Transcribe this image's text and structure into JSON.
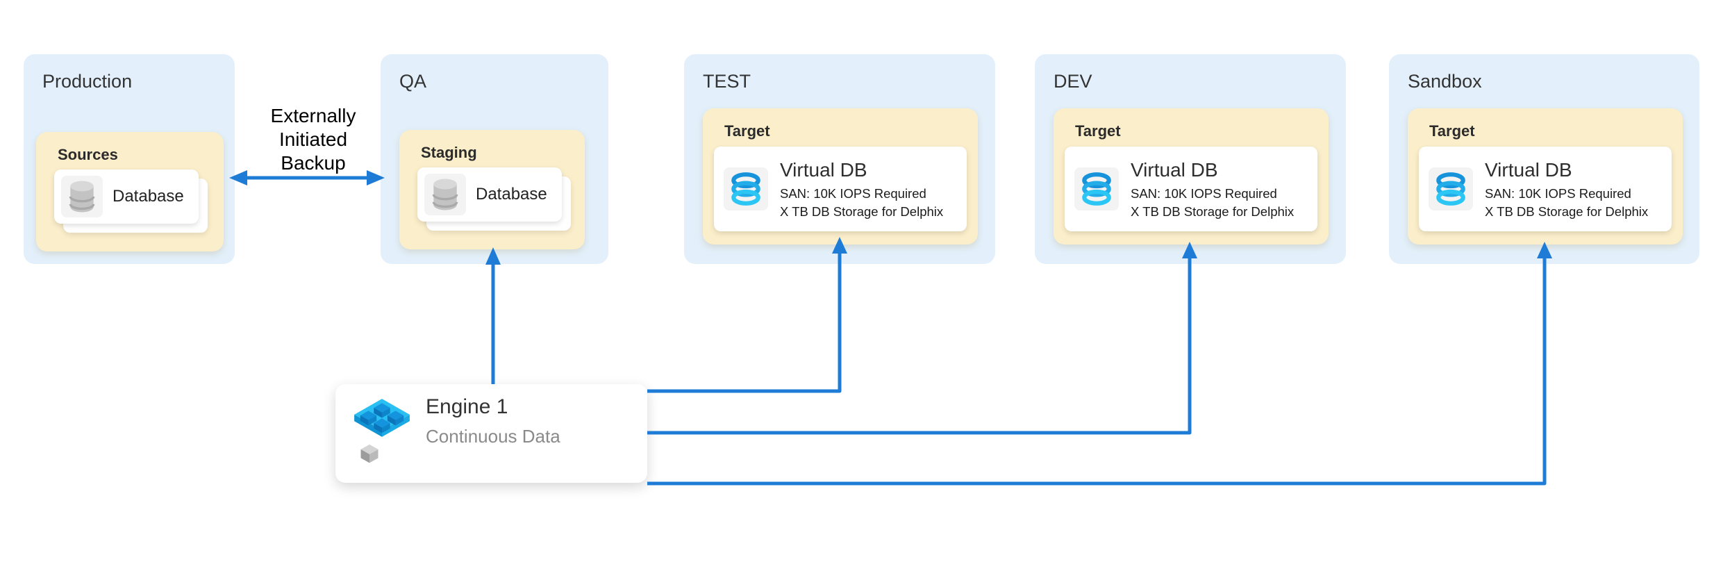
{
  "colors": {
    "arrow": "#1F7CD6",
    "env_bg": "#E3F0FB",
    "group_bg": "#FBEECA"
  },
  "backup_arrow": {
    "line1": "Externally",
    "line2": "Initiated",
    "line3": "Backup"
  },
  "environments": [
    {
      "title": "Production",
      "group": "Sources",
      "card": {
        "label": "Database"
      }
    },
    {
      "title": "QA",
      "group": "Staging",
      "card": {
        "label": "Database"
      }
    },
    {
      "title": "TEST",
      "group": "Target",
      "card": {
        "title": "Virtual DB",
        "line1": "SAN: 10K IOPS Required",
        "line2": "X TB DB Storage for Delphix"
      }
    },
    {
      "title": "DEV",
      "group": "Target",
      "card": {
        "title": "Virtual DB",
        "line1": "SAN: 10K IOPS Required",
        "line2": "X TB DB Storage for Delphix"
      }
    },
    {
      "title": "Sandbox",
      "group": "Target",
      "card": {
        "title": "Virtual DB",
        "line1": "SAN: 10K IOPS Required",
        "line2": "X TB DB Storage for Delphix"
      }
    }
  ],
  "engine": {
    "title": "Engine 1",
    "subtitle": "Continuous Data"
  }
}
